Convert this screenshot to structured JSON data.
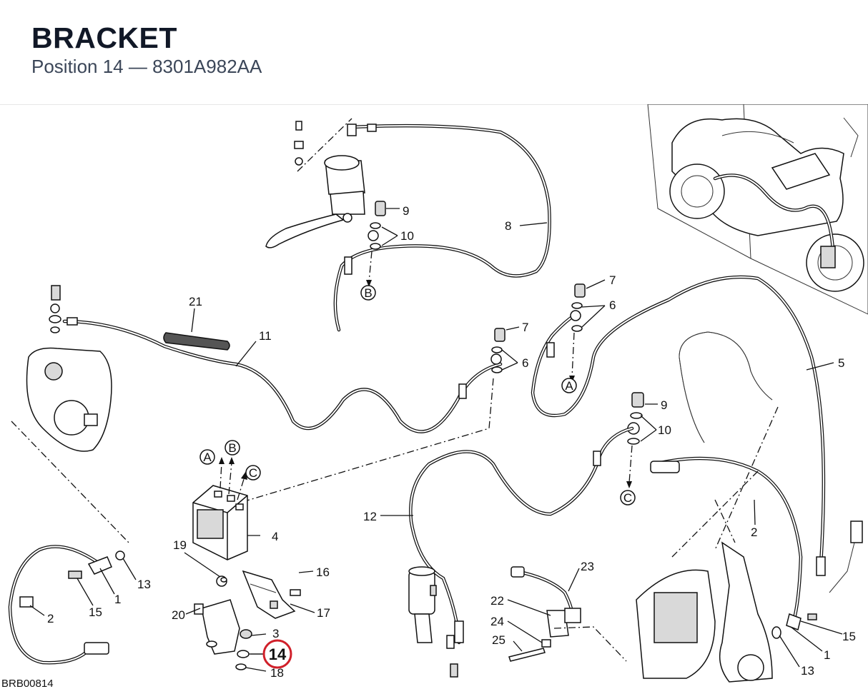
{
  "header": {
    "title": "BRACKET",
    "subtitle": "Position 14 — 8301A982AA"
  },
  "diagram": {
    "code": "BRB00814",
    "highlight": "14",
    "highlight_color": "#d0202a",
    "callouts": {
      "c9a": "9",
      "c10a": "10",
      "c8": "8",
      "c7a": "7",
      "c6a": "6",
      "c21": "21",
      "c11": "11",
      "c7b": "7",
      "c6b": "6",
      "c5": "5",
      "c9b": "9",
      "c10b": "10",
      "c4": "4",
      "c12": "12",
      "c2a": "2",
      "c19": "19",
      "c16": "16",
      "c20": "20",
      "c17": "17",
      "c3": "3",
      "c18": "18",
      "c13a": "13",
      "c1a": "1",
      "c15a": "15",
      "c2b": "2",
      "c23": "23",
      "c22": "22",
      "c24": "24",
      "c25": "25",
      "c15b": "15",
      "c1b": "1",
      "c13b": "13"
    },
    "refs": {
      "rB1": "B",
      "rA1": "A",
      "rC1": "C",
      "rA2": "A",
      "rB2": "B",
      "rC2": "C"
    }
  }
}
